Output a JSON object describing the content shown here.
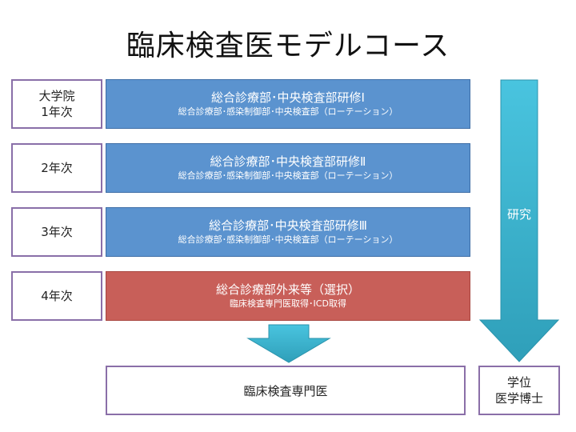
{
  "title": "臨床検査医モデルコース",
  "rows": [
    {
      "year_line1": "大学院",
      "year_line2": "1年次",
      "main": "総合診療部･中央検査部研修Ⅰ",
      "sub": "総合診療部･感染制御部･中央検査部（ローテーション）",
      "color": "#5b93cf"
    },
    {
      "year_line1": "2年次",
      "year_line2": "",
      "main": "総合診療部･中央検査部研修Ⅱ",
      "sub": "総合診療部･感染制御部･中央検査部（ローテーション）",
      "color": "#5b93cf"
    },
    {
      "year_line1": "3年次",
      "year_line2": "",
      "main": "総合診療部･中央検査部研修Ⅲ",
      "sub": "総合診療部･感染制御部･中央検査部（ローテーション）",
      "color": "#5b93cf"
    },
    {
      "year_line1": "4年次",
      "year_line2": "",
      "main": "総合診療部外来等（選択）",
      "sub": "臨床検査専門医取得･ICD取得",
      "color": "#c85f59"
    }
  ],
  "research_label": "研究",
  "result": "臨床検査専門医",
  "degree_line1": "学位",
  "degree_line2": "医学博士",
  "colors": {
    "blue_bar": "#5b93cf",
    "red_bar": "#c85f59",
    "box_border": "#8a6fa8",
    "arrow_cyan": "#3fbcd8"
  }
}
